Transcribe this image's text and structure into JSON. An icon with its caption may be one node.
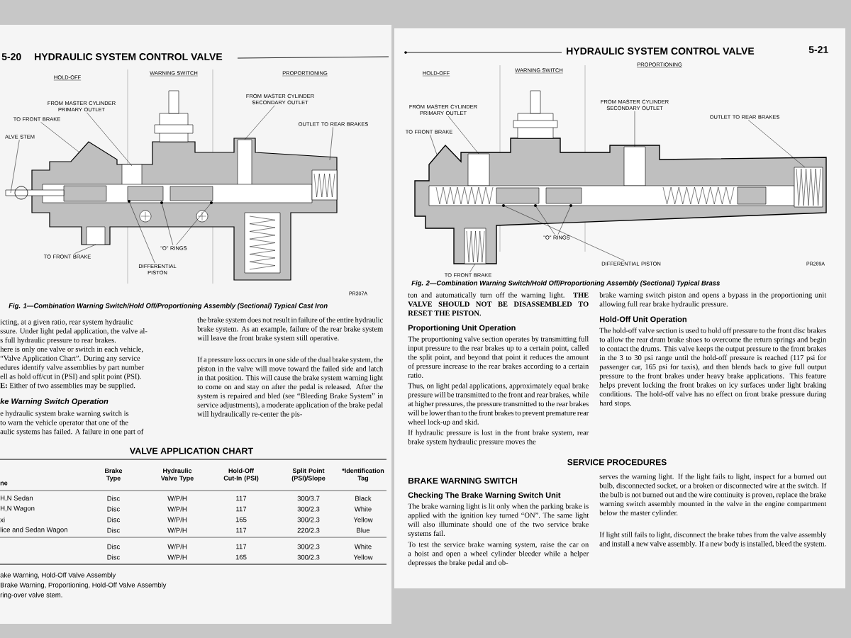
{
  "diagram": {
    "nodes": [
      {
        "text": [],
        "shape": "picture"
      },
      {
        "text": [
          "FROM MASTER CYLINDER PRIMARY OUTLET"
        ]
      },
      {
        "text": [
          "TO FRONT BRAKE"
        ]
      },
      {
        "text": [
          "ALVE STEM"
        ]
      },
      {
        "text": [
          "FROM MASTER CYLINDER SECONDARY OUTLET"
        ]
      },
      {
        "text": [
          "OUTLET TO REAR BRAKES"
        ]
      },
      {
        "text": [
          "TO FRONT BRAKE"
        ]
      },
      {
        "text": [
          "\"O\" RINGS"
        ]
      },
      {
        "text": [
          "DIFFERENTIAL PISTON"
        ]
      },
      {
        "text": [],
        "shape": "picture"
      },
      {
        "text": [
          "FROM MASTER CYLINDER PRIMARY OUTLET"
        ]
      },
      {
        "text": [
          "TO FRONT BRAKE"
        ]
      },
      {
        "text": [
          "FROM MASTER CYLINDER SECONDARY OUTLET"
        ]
      },
      {
        "text": [
          "OUTLET TO REAR BRAKES"
        ]
      },
      {
        "text": [
          "\"O\" RINGS"
        ]
      },
      {
        "text": [
          "DIFFERENTIAL PISTON"
        ]
      },
      {
        "text": [
          "TO FRONT BRAKE"
        ]
      }
    ],
    "edges": [
      {
        "from": 1,
        "to": 0,
        "arrow": "none"
      },
      {
        "from": 2,
        "to": 0,
        "arrow": "none"
      },
      {
        "from": 3,
        "to": 0,
        "arrow": "none"
      },
      {
        "from": 4,
        "to": 0,
        "arrow": "none"
      },
      {
        "from": 5,
        "to": 0,
        "arrow": "none"
      },
      {
        "from": 6,
        "to": 0,
        "arrow": "none"
      },
      {
        "from": 7,
        "to": 0,
        "arrow": "none"
      },
      {
        "from": 7,
        "to": 0,
        "arrow": "none"
      },
      {
        "from": 8,
        "to": 0,
        "arrow": "none"
      },
      {
        "from": 10,
        "to": 9,
        "arrow": "none"
      },
      {
        "from": 11,
        "to": 9,
        "arrow": "none"
      },
      {
        "from": 12,
        "to": 9,
        "arrow": "none"
      },
      {
        "from": 13,
        "to": 9,
        "arrow": "none"
      },
      {
        "from": 14,
        "to": 9,
        "arrow": "none"
      },
      {
        "from": 14,
        "to": 9,
        "arrow": "none"
      },
      {
        "from": 15,
        "to": 9,
        "arrow": "none"
      },
      {
        "from": 16,
        "to": 9,
        "arrow": "none"
      }
    ],
    "labels": [
      "5-20",
      "HYDRAULIC SYSTEM CONTROL VALVE",
      "HOLD-OFF",
      "WARNING SWITCH",
      "PROPORTIONING",
      "PR307A",
      "Fig. 1—Combination Warning Switch/Hold Off/Proportioning Assembly (Sectional) Typical Cast Iron",
      "icting, at a given ratio, rear system hydraulic",
      "ssure. Under light pedal application, the valve al-",
      "s full hydraulic pressure to rear brakes.",
      "here is only one valve or switch in each vehicle,",
      "“Valve Application Chart”. During any service",
      "edures identify valve assemblies by part number",
      "ell as hold off/cut in (PSI) and split point (PSI).",
      "**E:** Either of two assemblies may be supplied.",
      "ke Warning Switch Operation",
      "e hydraulic system brake warning switch is",
      "to warn the vehicle operator that one of the",
      "aulic systems has failed. A failure in one part of",
      "the brake system does not result in failure of the entire hydraulic brake system. As an example, failure of the rear brake system will leave the front brake system still operative.",
      "If a pressure loss occurs in one side of the dual brake system, the piston in the valve will move toward the failed side and latch in that position. This will cause the brake system warning light to come on and stay on after the pedal is released. After the system is repaired and bled (see “Bleeding Brake System” in service adjustments), a moderate application of the brake pedal will hydraulically re-center the pis-",
      "VALVE APPLICATION CHART",
      "ne",
      "Brake Type",
      "Hydraulic Valve Type",
      "Hold-Off Cut-In (PSI)",
      "Split Point (PSI)/Slope",
      "*Identification Tag",
      "H,N Sedan",
      "Disc",
      "W/P/H",
      "117",
      "300/3.7",
      "Black",
      "H,N Wagon",
      "Disc",
      "W/P/H",
      "117",
      "300/2.3",
      "White",
      "xi",
      "Disc",
      "W/P/H",
      "165",
      "300/2.3",
      "Yellow",
      "lice and Sedan Wagon",
      "Disc",
      "W/P/H",
      "117",
      "220/2.3",
      "Blue",
      "Disc",
      "W/P/H",
      "117",
      "300/2.3",
      "White",
      "Disc",
      "W/P/H",
      "165",
      "300/2.3",
      "Yellow",
      "ake Warning, Hold-Off Valve Assembly",
      "Brake Warning, Proportioning, Hold-Off Valve Assembly",
      "ring-over valve stem.",
      "HYDRAULIC SYSTEM CONTROL VALVE",
      "5-21",
      "HOLD-OFF",
      "WARNING SWITCH",
      "PROPORTIONING",
      "PR289A",
      "Fig. 2—Combination Warning Switch/Hold Off/Proportioning Assembly (Sectional) Typical Brass",
      "ton and automatically turn off the warning light. **THE VALVE SHOULD NOT BE DISASSEMBLED TO RESET THE PISTON.**",
      "Proportioning Unit Operation",
      "The proportioning valve section operates by transmitting full input pressure to the rear brakes up to a certain point, called the split point, and beyond that point it reduces the amount of pressure increase to the rear brakes according to a certain ratio.",
      "Thus, on light pedal applications, approximately equal brake pressure will be transmitted to the front and rear brakes, while at higher pressures, the pressure transmitted to the rear brakes will be lower than to the front brakes to prevent premature rear wheel lock-up and skid.",
      "If hydraulic pressure is lost in the front brake system, rear brake system hydraulic pressure moves the",
      "brake warning switch piston and opens a bypass in the proportioning unit allowing full rear brake hydraulic pressure.",
      "Hold-Off Unit Operation",
      "The hold-off valve section is used to hold off pressure to the front disc brakes to allow the rear drum brake shoes to overcome the return springs and begin to contact the drums. This valve keeps the output pressure to the front brakes in the 3 to 30 psi range until the hold-off pressure is reached (117 psi for passenger car, 165 psi for taxis), and then blends back to give full output pressure to the front brakes under heavy brake applications. This feature helps prevent locking the front brakes on icy surfaces under light braking conditions. The hold-off valve has no effect on front brake pressure during hard stops.",
      "SERVICE PROCEDURES",
      "BRAKE WARNING SWITCH",
      "Checking The Brake Warning Switch Unit",
      "The brake warning light is lit only when the parking brake is applied with the ignition key turned “ON”. The same light will also illuminate should one of the two service brake systems fail.",
      "To test the service brake warning system, raise the car on a hoist and open a wheel cylinder bleeder while a helper depresses the brake pedal and ob-",
      "serves the warning light. If the light fails to light, inspect for a burned out bulb, disconnected socket, or a broken or disconnected wire at the switch. If the bulb is not burned out and the wire continuity is proven, replace the brake warning switch assembly mounted in the valve in the engine compartment below the master cylinder.",
      "If light still fails to light, disconnect the brake tubes from the valve assembly and install a new valve assembly. If a new body is installed, bleed the system."
    ]
  }
}
